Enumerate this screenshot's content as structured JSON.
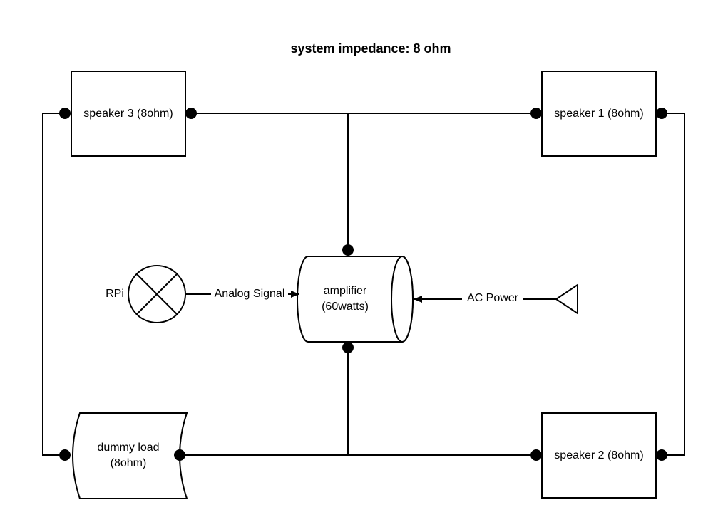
{
  "title": "system impedance: 8 ohm",
  "nodes": {
    "speaker3": {
      "label": "speaker 3 (8ohm)"
    },
    "speaker1": {
      "label": "speaker 1 (8ohm)"
    },
    "speaker2": {
      "label": "speaker 2 (8ohm)"
    },
    "dummy_load": {
      "line1": "dummy load",
      "line2": "(8ohm)"
    },
    "amplifier": {
      "line1": "amplifier",
      "line2": "(60watts)"
    },
    "rpi": {
      "label": "RPi"
    }
  },
  "edges": {
    "analog": {
      "label": "Analog Signal"
    },
    "ac_power": {
      "label": "AC Power"
    }
  },
  "icons": {
    "rpi": "lamp-cross-circle-icon",
    "power_source": "triangle-source-icon"
  }
}
